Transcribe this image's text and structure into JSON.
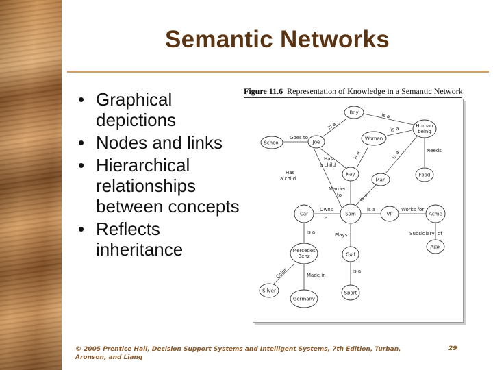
{
  "slide": {
    "title": "Semantic Networks",
    "bullets": [
      "Graphical depictions",
      "Nodes and links",
      "Hierarchical relationships between concepts",
      "Reflects inheritance"
    ],
    "bullet_glyph": "•",
    "footer": "© 2005 Prentice Hall, Decision Support Systems and Intelligent Systems, 7th Edition, Turban, Aronson, and Liang",
    "page_number": "29"
  },
  "figure": {
    "caption_number": "Figure 11.6",
    "caption_text": "Representation of Knowledge in a Semantic Network",
    "nodes": {
      "boy": "Boy",
      "human_being": [
        "Human",
        "being"
      ],
      "school": "School",
      "joe": "Joe",
      "woman": "Woman",
      "kay": "Kay",
      "man": "Man",
      "food": "Food",
      "car": "Car",
      "sam": "Sam",
      "vp": "VP",
      "acme": "Acme",
      "mercedes_benz": [
        "Mercedes",
        "Benz"
      ],
      "golf": "Golf",
      "ajax": "Ajax",
      "silver": "Silver",
      "germany": "Germany",
      "sport": "Sport"
    },
    "edge_labels": {
      "boy_human": "is a",
      "joe_boy": "is a",
      "woman_human": "is a",
      "joe_school": "Goes to",
      "kay_woman": "is a",
      "man_human": "is a",
      "human_food": "Needs",
      "joe_kay": [
        "Has",
        "a child"
      ],
      "sam_joe": [
        "Has",
        "a child"
      ],
      "sam_kay": [
        "Married",
        "to"
      ],
      "sam_man": "is a",
      "sam_car": [
        "Owns",
        "a"
      ],
      "sam_vp": "is a",
      "vp_acme": "Works for",
      "car_benz": "is a",
      "sam_golf": "Plays",
      "acme_ajax_1": "Subsidiary",
      "acme_ajax_2": "of",
      "benz_silver": "Color",
      "benz_germany": "Made in",
      "golf_sport": "is a"
    }
  }
}
